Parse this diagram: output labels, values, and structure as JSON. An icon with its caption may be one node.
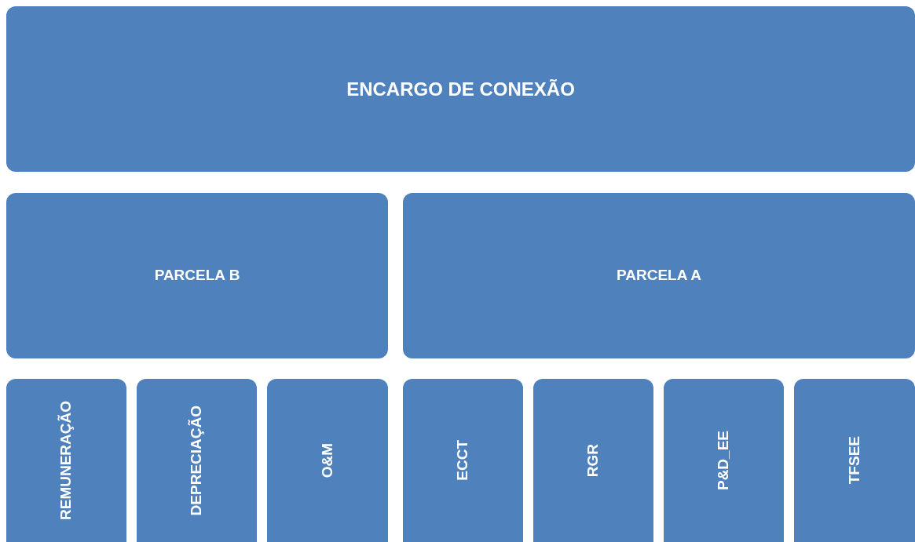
{
  "diagram": {
    "nodes": [
      {
        "text": [
          "ENCARGO DE CONEXÃO"
        ]
      },
      {
        "text": [
          "PARCELA B"
        ]
      },
      {
        "text": [
          "PARCELA A"
        ]
      },
      {
        "text": [
          "REMUNERAÇÃO"
        ]
      },
      {
        "text": [
          "DEPRECIAÇÃO"
        ]
      },
      {
        "text": [
          "O&M"
        ]
      },
      {
        "text": [
          "ECCT"
        ]
      },
      {
        "text": [
          "RGR"
        ]
      },
      {
        "text": [
          "P&D_EE"
        ]
      },
      {
        "text": [
          "TFSEE"
        ]
      }
    ]
  }
}
